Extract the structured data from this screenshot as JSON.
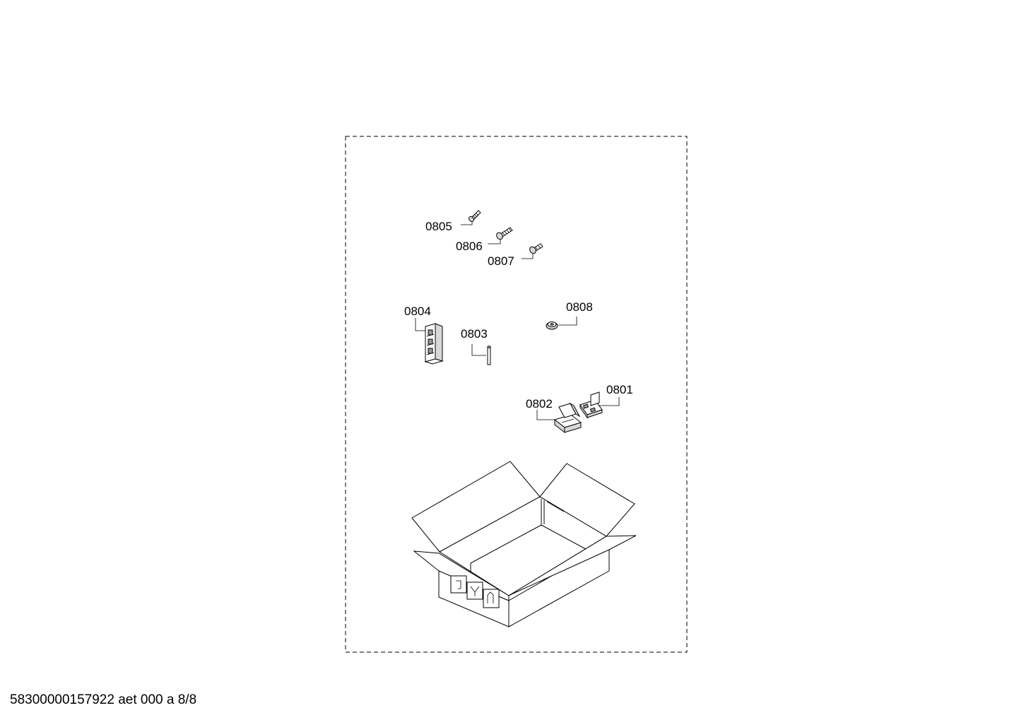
{
  "diagram": {
    "parts": [
      {
        "id": "0801",
        "label": "0801"
      },
      {
        "id": "0802",
        "label": "0802"
      },
      {
        "id": "0803",
        "label": "0803"
      },
      {
        "id": "0804",
        "label": "0804"
      },
      {
        "id": "0805",
        "label": "0805"
      },
      {
        "id": "0806",
        "label": "0806"
      },
      {
        "id": "0807",
        "label": "0807"
      },
      {
        "id": "0808",
        "label": "0808"
      }
    ]
  },
  "footer": {
    "text": "58300000157922 aet 000 a 8/8"
  }
}
